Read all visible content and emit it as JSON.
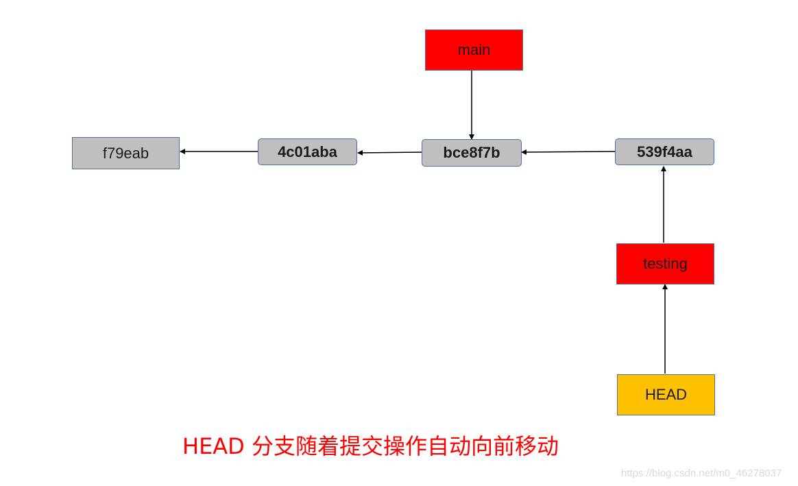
{
  "commits": {
    "f79eab": "f79eab",
    "c4c01aba": "4c01aba",
    "bce8f7b": "bce8f7b",
    "c539f4aa": "539f4aa"
  },
  "branches": {
    "main": "main",
    "testing": "testing"
  },
  "head": "HEAD",
  "caption": "HEAD 分支随着提交操作自动向前移动",
  "watermark": "https://blog.csdn.net/m0_46278037",
  "colors": {
    "commit_fill": "#bfbfbf",
    "commit_border": "#4a72a8",
    "branch_fill": "#ff0000",
    "head_fill": "#ffc000",
    "caption_text": "#ff0000",
    "arrow": "#000000"
  }
}
